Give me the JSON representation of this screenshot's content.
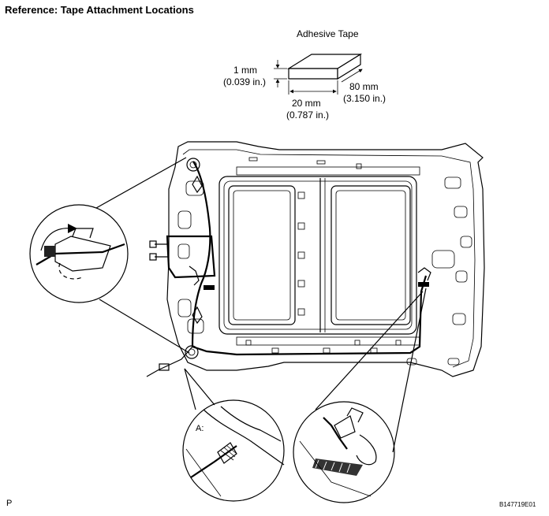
{
  "title": "Reference: Tape Attachment Locations",
  "tape": {
    "label": "Adhesive Tape",
    "thickness_mm": "1 mm",
    "thickness_in": "(0.039 in.)",
    "width_mm": "20 mm",
    "width_in": "(0.787 in.)",
    "length_mm": "80 mm",
    "length_in": "(3.150 in.)"
  },
  "callout_a": "A:",
  "footer": {
    "left": "P",
    "right": "B147719E01"
  }
}
